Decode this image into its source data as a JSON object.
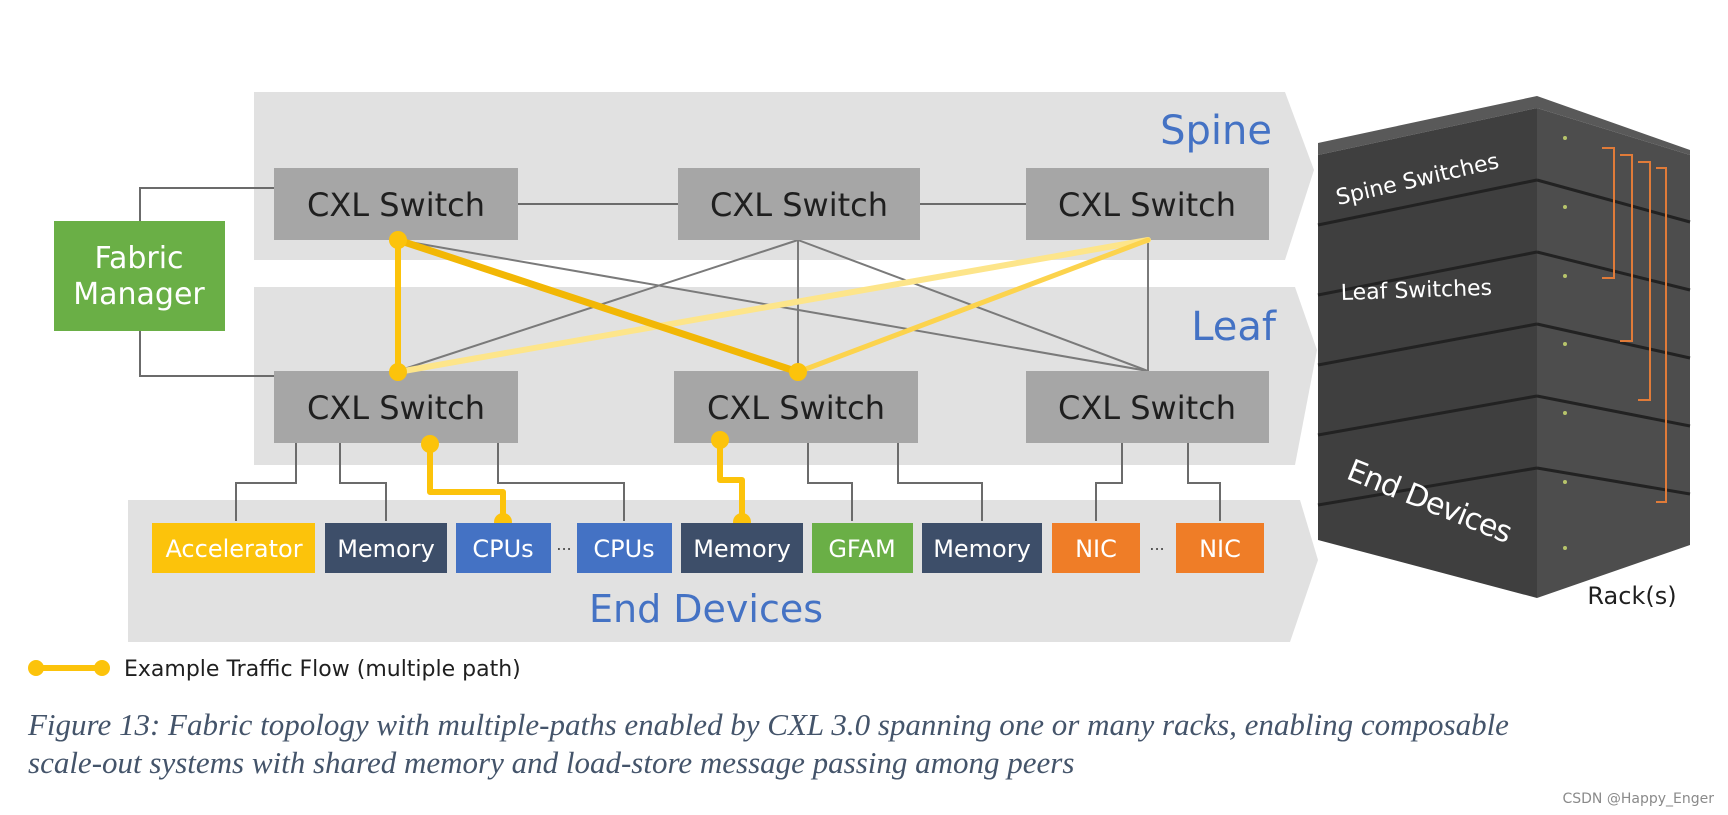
{
  "tiers": {
    "spine": "Spine",
    "leaf": "Leaf",
    "end_devices": "End Devices"
  },
  "fabric_manager": {
    "line1": "Fabric",
    "line2": "Manager"
  },
  "switches": {
    "spine": [
      "CXL Switch",
      "CXL Switch",
      "CXL Switch"
    ],
    "leaf": [
      "CXL Switch",
      "CXL Switch",
      "CXL Switch"
    ]
  },
  "devices": [
    {
      "label": "Accelerator",
      "color": "#fcc30b"
    },
    {
      "label": "Memory",
      "color": "#3d4e69"
    },
    {
      "label": "CPUs",
      "color": "#4472c4"
    },
    {
      "label": "CPUs",
      "color": "#4472c4"
    },
    {
      "label": "Memory",
      "color": "#3d4e69"
    },
    {
      "label": "GFAM",
      "color": "#6aaf46"
    },
    {
      "label": "Memory",
      "color": "#3d4e69"
    },
    {
      "label": "NIC",
      "color": "#ef7d27"
    },
    {
      "label": "NIC",
      "color": "#ef7d27"
    }
  ],
  "ellipsis": "...",
  "rack": {
    "labels": {
      "spine": "Spine Switches",
      "leaf": "Leaf Switches",
      "end": "End Devices"
    },
    "caption": "Rack(s)"
  },
  "legend": {
    "label": "Example Traffic Flow (multiple path)"
  },
  "caption": {
    "line1": "Figure 13: Fabric topology with multiple-paths enabled by CXL 3.0 spanning one or many racks, enabling composable",
    "line2": "scale-out systems with shared memory and load-store message passing among peers"
  },
  "watermark": "CSDN @Happy_Enger",
  "colors": {
    "panel": "#e1e1e1",
    "switch": "#a6a6a6",
    "fabric_manager": "#6aaf46",
    "traffic": "#fcc30b",
    "tier_label": "#4472c4",
    "rack_face": "#3f3f3f",
    "rack_top": "#595959",
    "rack_link": "#e07b39"
  }
}
